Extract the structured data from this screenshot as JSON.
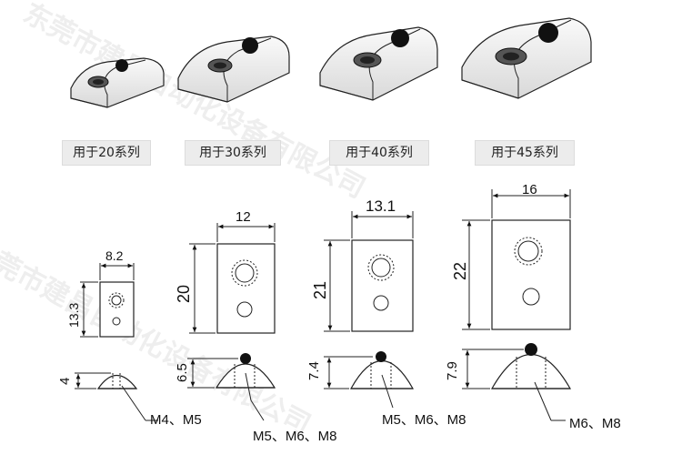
{
  "series": [
    {
      "label": "用于20系列",
      "width": "8.2",
      "height": "13.3",
      "depth": "4",
      "thread": "M4、M5"
    },
    {
      "label": "用于30系列",
      "width": "12",
      "height": "20",
      "depth": "6.5",
      "thread": "M5、M6、M8"
    },
    {
      "label": "用于40系列",
      "width": "13.1",
      "height": "21",
      "depth": "7.4",
      "thread": "M5、M6、M8"
    },
    {
      "label": "用于45系列",
      "width": "16",
      "height": "22",
      "depth": "7.9",
      "thread": "M6、M8"
    }
  ],
  "watermark": "东莞市建昌自动化设备有限公司"
}
